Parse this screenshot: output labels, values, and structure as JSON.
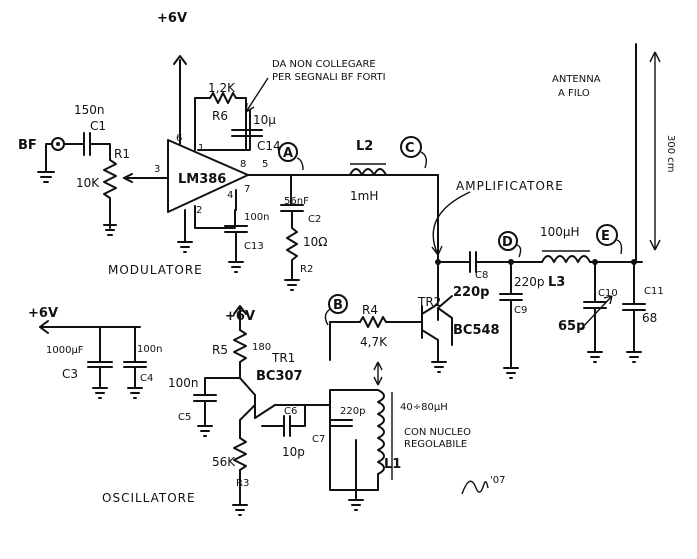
{
  "power": {
    "vcc_top": "+6V",
    "vcc_left": "+6V",
    "vcc_osc": "+6V"
  },
  "notes": {
    "bf_note_line1": "DA NON COLLEGARE",
    "bf_note_line2": "PER SEGNALI BF FORTI"
  },
  "antenna": {
    "line1": "ANTENNA",
    "line2": "A FILO",
    "length": "300 cm"
  },
  "sections": {
    "modulator": "MODULATORE",
    "oscillator": "OSCILLATORE",
    "amplifier": "AMPLIFICATORE"
  },
  "ic": {
    "name": "LM386",
    "pin1": "1",
    "pin2": "2",
    "pin3": "3",
    "pin4": "4",
    "pin5": "5",
    "pin6": "6",
    "pin7": "7",
    "pin8": "8"
  },
  "input": {
    "label": "BF"
  },
  "components": {
    "c1_name": "C1",
    "c1_value": "150n",
    "r1_name": "R1",
    "r1_value": "10K",
    "r6_name": "R6",
    "r6_value": "1,2K",
    "c14_name": "C14",
    "c14_value": "10µ",
    "l2_name": "L2",
    "l2_value": "1mH",
    "c2_name": "C2",
    "c2_value": "56nF",
    "r2_name": "R2",
    "r2_value": "10Ω",
    "c13_name": "C13",
    "c13_value": "100n",
    "c3_name": "C3",
    "c3_value": "1000µF",
    "c4_name": "C4",
    "c4_value": "100n",
    "r5_name": "R5",
    "r5_value": "180",
    "tr1_name": "TR1",
    "tr1_value": "BC307",
    "c5_name": "C5",
    "c5_value": "100n",
    "c6_name": "C6",
    "c6_value": "10p",
    "c7_name": "C7",
    "c7_value": "220p",
    "r3_name": "R3",
    "r3_value": "56K",
    "l1_name": "L1",
    "l1_value": "40÷80µH",
    "l1_note1": "CON NUCLEO",
    "l1_note2": "REGOLABILE",
    "r4_name": "R4",
    "r4_value": "4,7K",
    "tr2_name": "TR2",
    "tr2_value": "BC548",
    "c8_name": "C8",
    "c8_value": "220p",
    "c9_name": "C9",
    "c9_value": "220p",
    "l3_name": "L3",
    "l3_value": "100µH",
    "c10_name": "C10",
    "c10_value": "65p",
    "c11_name": "C11",
    "c11_value": "68"
  },
  "test_points": {
    "a": "A",
    "b": "B",
    "c": "C",
    "d": "D",
    "e": "E"
  },
  "signature": "'07"
}
